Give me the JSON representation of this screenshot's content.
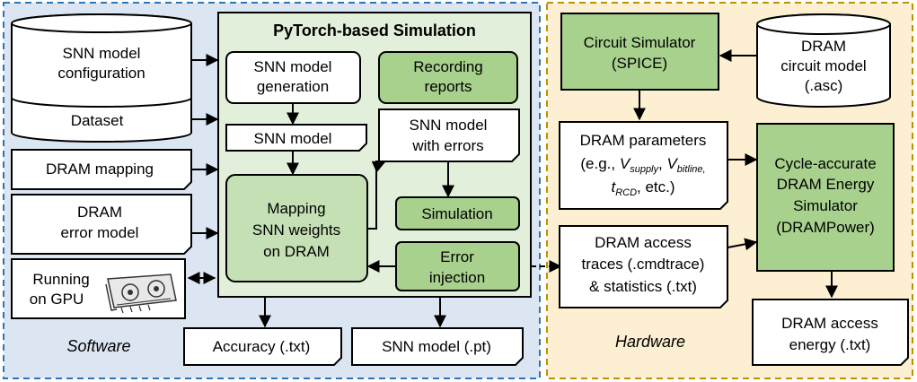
{
  "regions": {
    "software": "Software",
    "hardware": "Hardware",
    "simulation_title": "PyTorch-based Simulation"
  },
  "software_inputs": {
    "snn_config": [
      "SNN model",
      "configuration"
    ],
    "dataset": "Dataset",
    "dram_mapping": "DRAM mapping",
    "dram_error_model": [
      "DRAM",
      "error model"
    ],
    "running_gpu": [
      "Running",
      "on GPU"
    ]
  },
  "simulation": {
    "snn_generation": [
      "SNN model",
      "generation"
    ],
    "recording_reports": [
      "Recording",
      "reports"
    ],
    "snn_model": "SNN model",
    "snn_with_errors": [
      "SNN model",
      "with errors"
    ],
    "mapping": [
      "Mapping",
      "SNN weights",
      "on DRAM"
    ],
    "simulation": "Simulation",
    "error_injection": [
      "Error",
      "injection"
    ]
  },
  "outputs": {
    "accuracy": "Accuracy (.txt)",
    "snn_model_pt": "SNN model (.pt)"
  },
  "hardware": {
    "circuit_simulator": [
      "Circuit Simulator",
      "(SPICE)"
    ],
    "dram_circuit_model": [
      "DRAM",
      "circuit model",
      "(.asc)"
    ],
    "dram_parameters": {
      "line1": "DRAM parameters",
      "line2_prefix": "(e.g., ",
      "v": "V",
      "supply": "supply",
      "comma1": ", ",
      "bitline": "bitline,",
      "t": "t",
      "rcd": "RCD",
      "line3_suffix": ", etc.)"
    },
    "cycle_accurate": [
      "Cycle-accurate",
      "DRAM Energy",
      "Simulator",
      "(DRAMPower)"
    ],
    "dram_access_traces": [
      "DRAM access",
      "traces (.cmdtrace)",
      "& statistics (.txt)"
    ],
    "dram_access_energy": [
      "DRAM access",
      "energy (.txt)"
    ]
  },
  "colors": {
    "software_bg": "#dce6f2",
    "software_border": "#2e75b6",
    "hardware_bg": "#fdf0d2",
    "hardware_border": "#bf9000",
    "sim_bg": "#e2efda",
    "sim_border": "#000000",
    "green_box": "#a9d18e",
    "green_box_light": "#c5e0b4"
  },
  "icons": [
    "gpu-icon"
  ]
}
